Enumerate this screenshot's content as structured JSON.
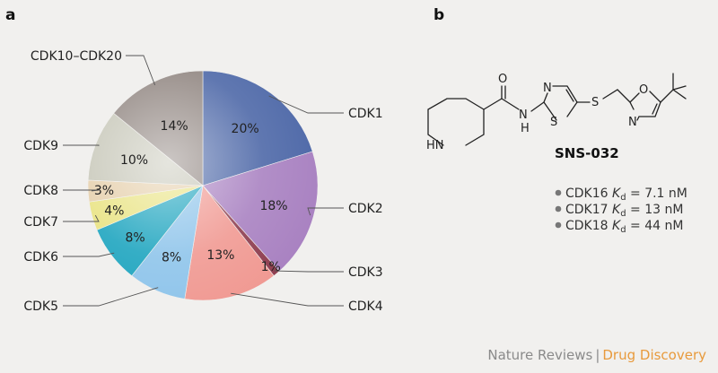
{
  "panels": {
    "a": "a",
    "b": "b"
  },
  "chart_data": {
    "type": "pie",
    "categories": [
      "CDK1",
      "CDK2",
      "CDK3",
      "CDK4",
      "CDK5",
      "CDK6",
      "CDK7",
      "CDK8",
      "CDK9",
      "CDK10–CDK20"
    ],
    "values": [
      20,
      18,
      1,
      13,
      8,
      8,
      4,
      3,
      10,
      14
    ],
    "value_labels": [
      "20%",
      "18%",
      "1%",
      "13%",
      "8%",
      "8%",
      "4%",
      "3%",
      "10%",
      "14%"
    ],
    "colors": [
      "#4a65a6",
      "#a77fc0",
      "#8c3a4c",
      "#f09790",
      "#8cc3ea",
      "#1aa3be",
      "#e8e27e",
      "#e4cda8",
      "#c5c5b6",
      "#8e837e"
    ]
  },
  "molecule": {
    "name": "SNS-032",
    "atoms": {
      "o1": "O",
      "nh_amide": "N",
      "nh_amide_h": "H",
      "n_thiazole": "N",
      "s_thiazole": "S",
      "s_thioether": "S",
      "o_oxazole": "O",
      "n_oxazole": "N",
      "hn_pip": "HN"
    }
  },
  "kd_list": [
    {
      "target": "CDK16",
      "k": "K",
      "sub": "d",
      "value": " = 7.1 nM"
    },
    {
      "target": "CDK17",
      "k": "K",
      "sub": "d",
      "value": " = 13 nM"
    },
    {
      "target": "CDK18",
      "k": "K",
      "sub": "d",
      "value": " = 44 nM"
    }
  ],
  "credit": {
    "publisher": "Nature Reviews",
    "separator": "|",
    "journal": "Drug Discovery"
  }
}
